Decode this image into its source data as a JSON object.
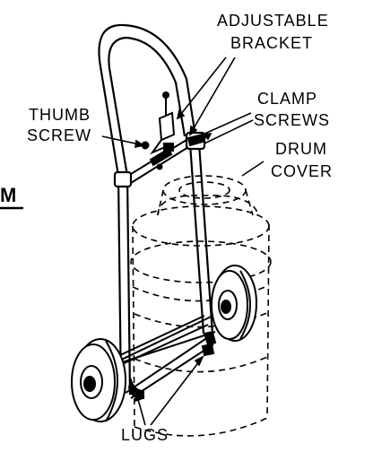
{
  "labels": {
    "adjustable": "ADJUSTABLE",
    "bracket": "BRACKET",
    "thumb": "THUMB",
    "screw": "SCREW",
    "clamp": "CLAMP",
    "screws": "SCREWS",
    "drum": "DRUM",
    "cover": "COVER",
    "lugs": "LUGS",
    "edge_fragment": "M"
  },
  "colors": {
    "ink": "#000000",
    "paper": "#ffffff"
  }
}
